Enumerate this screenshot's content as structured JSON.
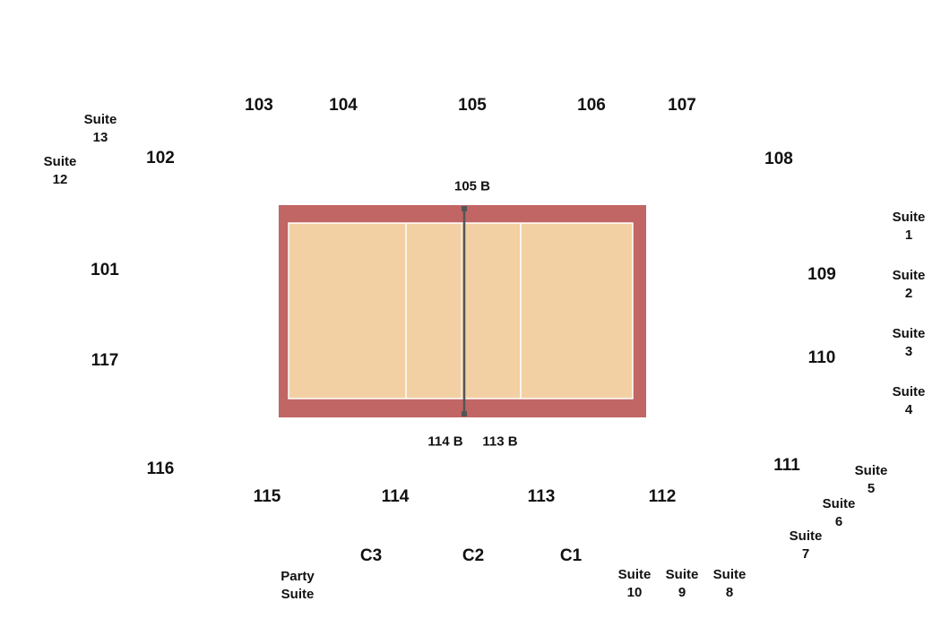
{
  "colors": {
    "background": "#ffffff",
    "court_border": "#c16565",
    "court_surface": "#f2d0a3",
    "court_lines": "#ffffff",
    "net": "#555555",
    "text": "#111111"
  },
  "sections": {
    "s101": "101",
    "s102": "102",
    "s103": "103",
    "s104": "104",
    "s105": "105",
    "s106": "106",
    "s107": "107",
    "s108": "108",
    "s109": "109",
    "s110": "110",
    "s111": "111",
    "s112": "112",
    "s113": "113",
    "s114": "114",
    "s115": "115",
    "s116": "116",
    "s117": "117",
    "c1": "C1",
    "c2": "C2",
    "c3": "C3",
    "s105b": "105 B",
    "s113b": "113 B",
    "s114b": "114 B"
  },
  "suites": {
    "suite1": "Suite\n1",
    "suite2": "Suite\n2",
    "suite3": "Suite\n3",
    "suite4": "Suite\n4",
    "suite5": "Suite\n5",
    "suite6": "Suite\n6",
    "suite7": "Suite\n7",
    "suite8": "Suite\n8",
    "suite9": "Suite\n9",
    "suite10": "Suite\n10",
    "suite12": "Suite\n12",
    "suite13": "Suite\n13",
    "party": "Party\nSuite"
  }
}
